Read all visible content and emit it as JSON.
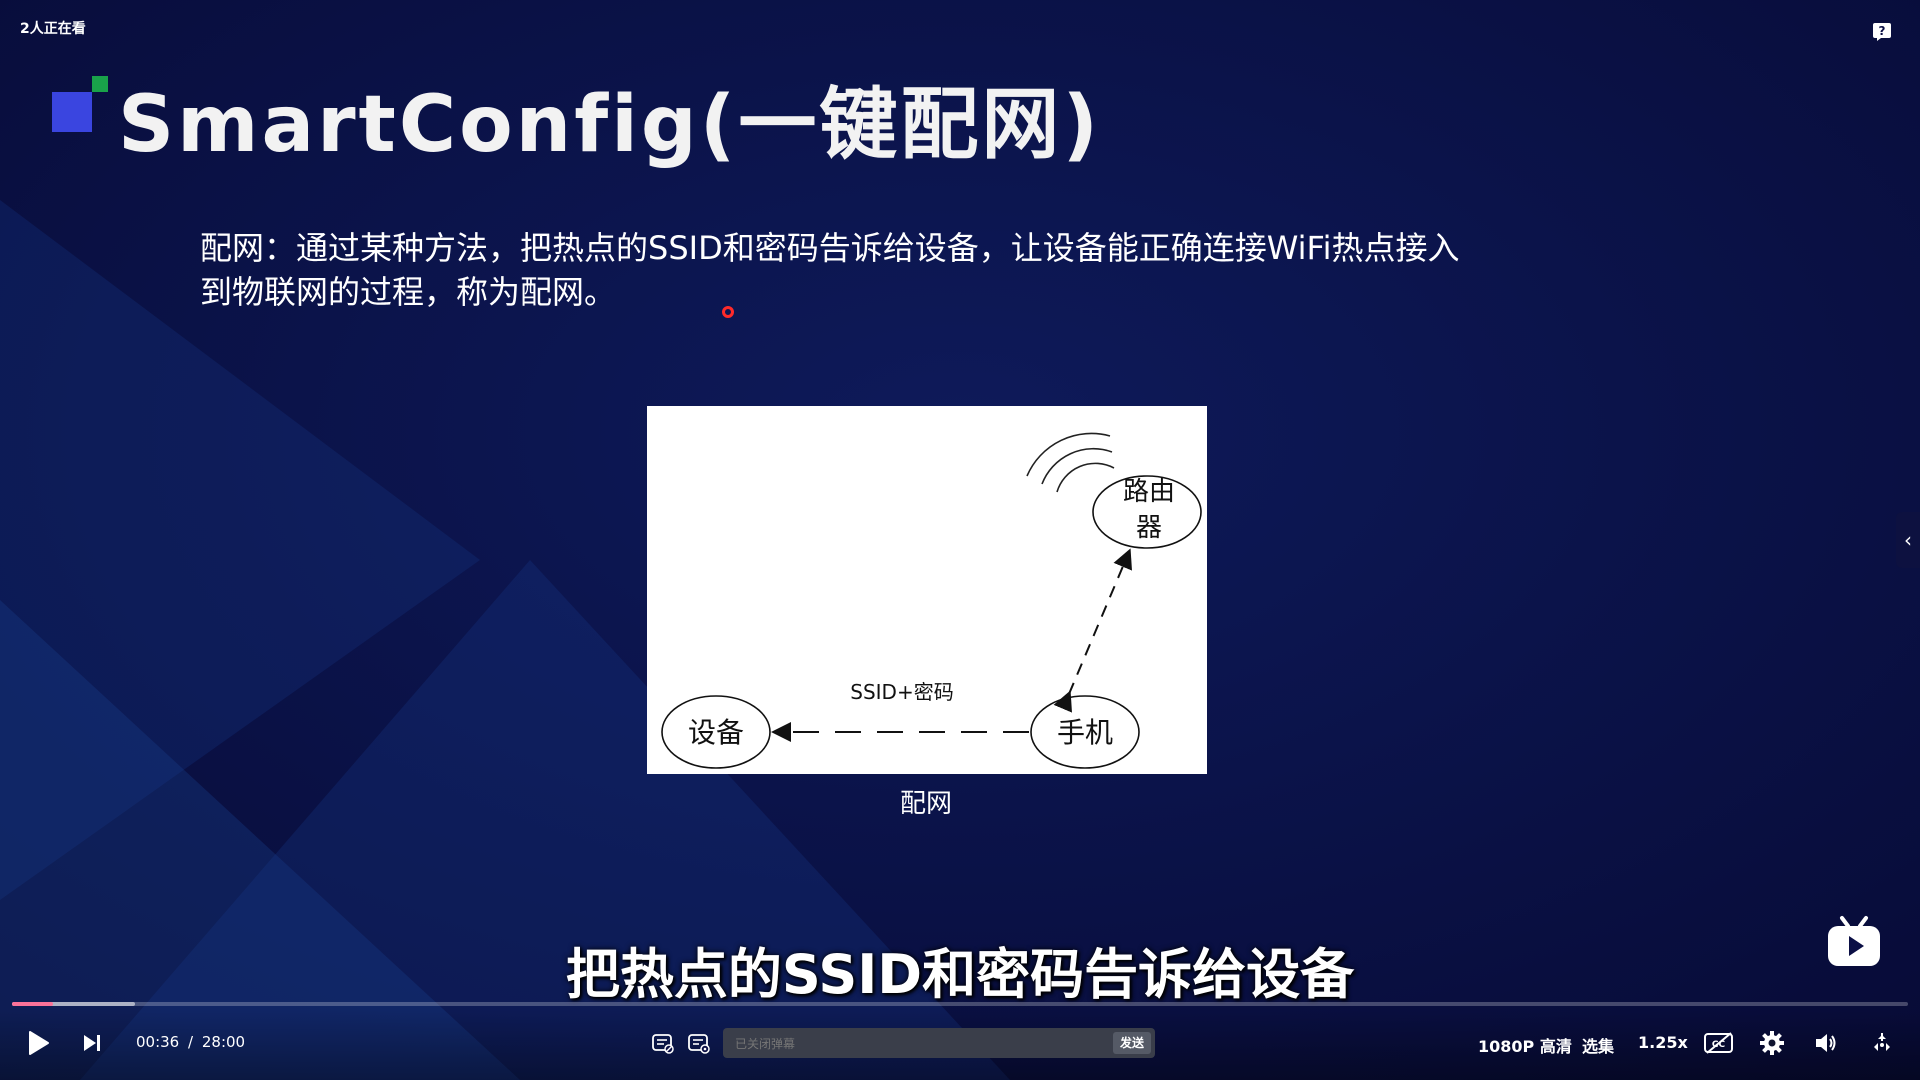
{
  "overlay": {
    "viewers": "2人正在看"
  },
  "slide": {
    "title": "SmartConfig(一键配网)",
    "body_line1": "配网：通过某种方法，把热点的SSID和密码告诉给设备，让设备能正确连接WiFi热点接入",
    "body_line2": "到物联网的过程，称为配网。",
    "diagram": {
      "router_line1": "路由",
      "router_line2": "器",
      "phone": "手机",
      "device": "设备",
      "arrow_label": "SSID+密码"
    },
    "caption": "配网"
  },
  "subtitle": "把热点的SSID和密码告诉给设备",
  "player": {
    "current_time": "00:36",
    "time_separator": "/",
    "duration": "28:00",
    "progress_fraction": 0.0214,
    "buffer_fraction": 0.065,
    "danmaku_placeholder": "已关闭弹幕",
    "send_label": "发送",
    "quality_label": "1080P 高清",
    "episodes_label": "选集",
    "speed_label": "1.25x",
    "accent_color": "#fb7299"
  },
  "icons": [
    "help-icon",
    "play-icon",
    "next-icon",
    "danmaku-toggle-icon",
    "danmaku-settings-icon",
    "subtitle-off-icon",
    "gear-icon",
    "volume-icon",
    "fullscreen-icon",
    "chevron-left-icon",
    "bilibili-tv-icon"
  ]
}
